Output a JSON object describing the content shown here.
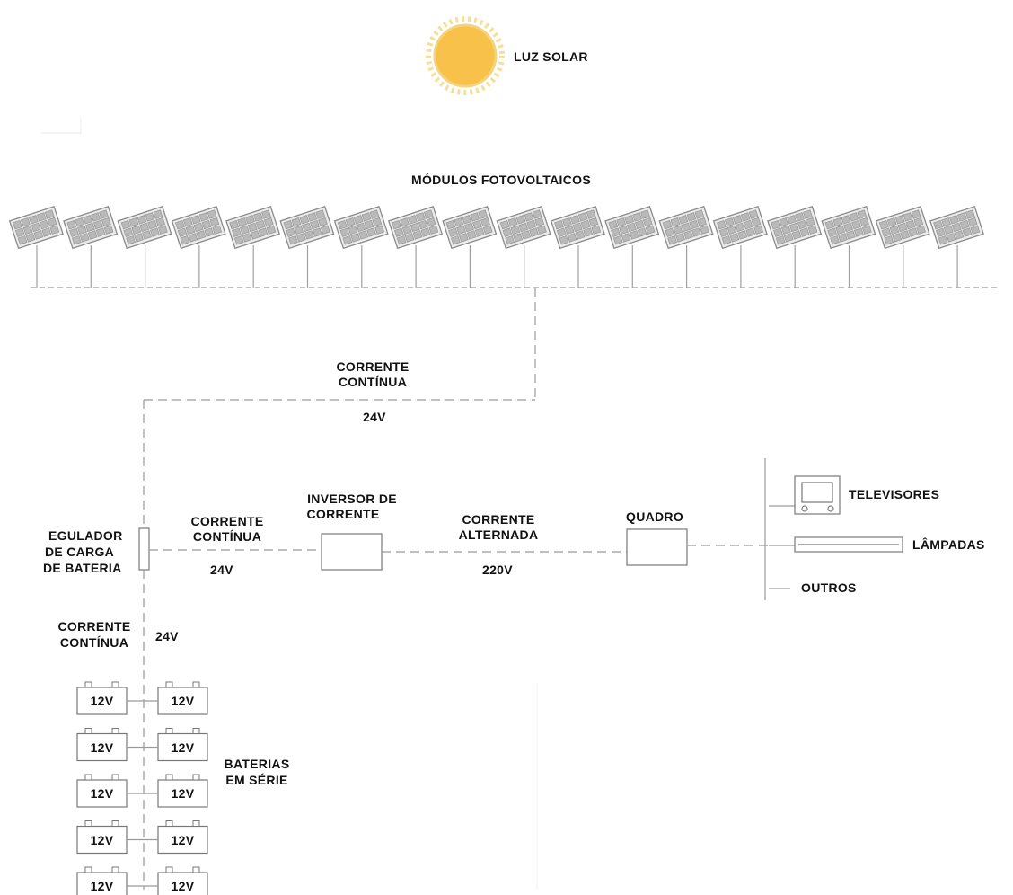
{
  "sun": {
    "label": "LUZ SOLAR",
    "color": "#F8C24A"
  },
  "panels": {
    "title": "MÓDULOS FOTOVOLTAICOS",
    "count": 18
  },
  "links": {
    "panel_to_regulator": {
      "line1": "CORRENTE",
      "line2": "CONTÍNUA",
      "voltage": "24V"
    },
    "regulator_to_inverter": {
      "line1": "CORRENTE",
      "line2": "CONTÍNUA",
      "voltage": "24V"
    },
    "inverter_to_panelboard": {
      "line1": "CORRENTE",
      "line2": "ALTERNADA",
      "voltage": "220V"
    },
    "regulator_to_batteries": {
      "line1": "CORRENTE",
      "line2": "CONTÍNUA",
      "voltage": "24V"
    }
  },
  "regulator": {
    "line1": "EGULADOR",
    "line2": "DE CARGA",
    "line3": "DE BATERIA"
  },
  "inverter": {
    "line1": "INVERSOR DE",
    "line2": "CORRENTE"
  },
  "panelboard": {
    "label": "QUADRO"
  },
  "loads": [
    {
      "label": "TELEVISORES",
      "icon": "tv-icon"
    },
    {
      "label": "LÂMPADAS",
      "icon": "lamp-tube-icon"
    },
    {
      "label": "OUTROS"
    }
  ],
  "batteries": {
    "label_line1": "BATERIAS",
    "label_line2": "EM SÉRIE",
    "units": [
      "12V",
      "12V",
      "12V",
      "12V",
      "12V",
      "12V",
      "12V",
      "12V",
      "12V",
      "12V"
    ]
  },
  "colors": {
    "line": "#9a9a9a",
    "box": "#777777",
    "panel": "#8a8a8a"
  }
}
